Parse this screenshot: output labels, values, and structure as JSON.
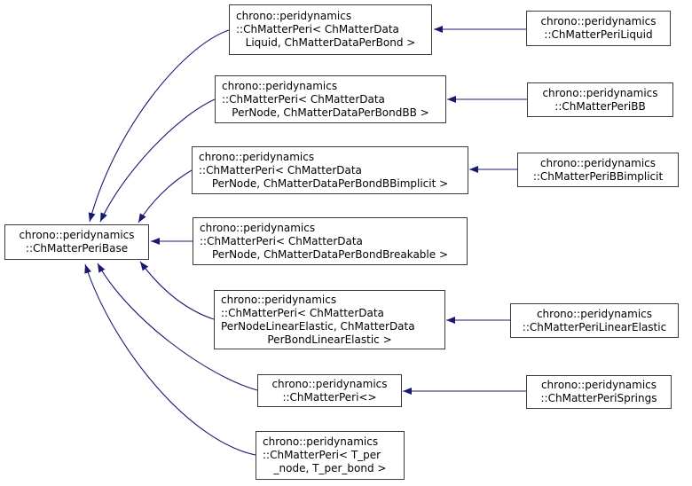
{
  "diagram": {
    "type": "class-inheritance-graph",
    "arrow_color": "#191970",
    "nodes": {
      "base": {
        "lines": [
          "chrono::peridynamics",
          "::ChMatterPeriBase"
        ]
      },
      "tpl_liquid": {
        "lines": [
          "chrono::peridynamics",
          "::ChMatterPeri< ChMatterData",
          "Liquid, ChMatterDataPerBond >"
        ]
      },
      "tpl_bb": {
        "lines": [
          "chrono::peridynamics",
          "::ChMatterPeri< ChMatterData",
          "PerNode, ChMatterDataPerBondBB >"
        ]
      },
      "tpl_bbimplicit": {
        "lines": [
          "chrono::peridynamics",
          "::ChMatterPeri< ChMatterData",
          "PerNode, ChMatterDataPerBondBBimplicit >"
        ]
      },
      "tpl_breakable": {
        "lines": [
          "chrono::peridynamics",
          "::ChMatterPeri< ChMatterData",
          "PerNode, ChMatterDataPerBondBreakable >"
        ]
      },
      "tpl_linearelastic": {
        "lines": [
          "chrono::peridynamics",
          "::ChMatterPeri< ChMatterData",
          "PerNodeLinearElastic, ChMatterData",
          "PerBondLinearElastic >"
        ]
      },
      "tpl_empty": {
        "lines": [
          "chrono::peridynamics",
          "::ChMatterPeri<>"
        ]
      },
      "tpl_generic": {
        "lines": [
          "chrono::peridynamics",
          "::ChMatterPeri< T_per",
          "_node, T_per_bond >"
        ]
      },
      "liquid": {
        "lines": [
          "chrono::peridynamics",
          "::ChMatterPeriLiquid"
        ]
      },
      "bb": {
        "lines": [
          "chrono::peridynamics",
          "::ChMatterPeriBB"
        ]
      },
      "bbimplicit": {
        "lines": [
          "chrono::peridynamics",
          "::ChMatterPeriBBimplicit"
        ]
      },
      "linearelastic": {
        "lines": [
          "chrono::peridynamics",
          "::ChMatterPeriLinearElastic"
        ]
      },
      "springs": {
        "lines": [
          "chrono::peridynamics",
          "::ChMatterPeriSprings"
        ]
      }
    },
    "edges": [
      {
        "from": "tpl_liquid",
        "to": "base"
      },
      {
        "from": "tpl_bb",
        "to": "base"
      },
      {
        "from": "tpl_bbimplicit",
        "to": "base"
      },
      {
        "from": "tpl_breakable",
        "to": "base"
      },
      {
        "from": "tpl_linearelastic",
        "to": "base"
      },
      {
        "from": "tpl_empty",
        "to": "base"
      },
      {
        "from": "tpl_generic",
        "to": "base"
      },
      {
        "from": "liquid",
        "to": "tpl_liquid"
      },
      {
        "from": "bb",
        "to": "tpl_bb"
      },
      {
        "from": "bbimplicit",
        "to": "tpl_bbimplicit"
      },
      {
        "from": "linearelastic",
        "to": "tpl_linearelastic"
      },
      {
        "from": "springs",
        "to": "tpl_empty"
      }
    ]
  }
}
